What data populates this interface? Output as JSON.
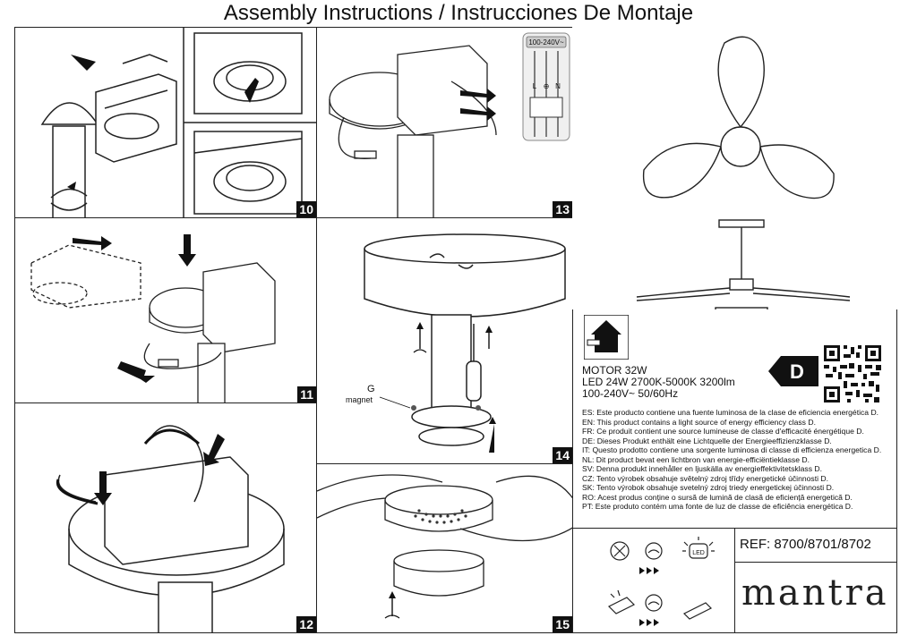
{
  "header": {
    "title": "Assembly Instructions / Instrucciones De Montaje"
  },
  "steps": [
    {
      "number": "10"
    },
    {
      "number": "11"
    },
    {
      "number": "12"
    },
    {
      "number": "13"
    },
    {
      "number": "14"
    },
    {
      "number": "15"
    }
  ],
  "wiring": {
    "voltage_label": "100-240V~",
    "terminals": [
      "L",
      "⊕",
      "N"
    ]
  },
  "step14": {
    "g_label": "G",
    "magnet_label": "magnet"
  },
  "specs": {
    "motor": "MOTOR 32W",
    "led": "LED 24W 2700K-5000K 3200lm",
    "voltage": "100-240V~ 50/60Hz",
    "energy_class": "D"
  },
  "energy_statements": [
    "ES: Este producto contiene una fuente luminosa de la clase de eficiencia energética D.",
    "EN: This product contains a light source of energy efficiency class D.",
    "FR: Ce produit contient une source lumineuse de classe d'efficacité énergétique D.",
    "DE: Dieses Produkt enthält eine Lichtquelle der Energieeffizienzklasse D.",
    "IT: Questo prodotto contiene una sorgente luminosa di classe di efficienza energetica D.",
    "NL: Dit product bevat een lichtbron van energie-efficiëntieklasse D.",
    "SV: Denna produkt innehåller en ljuskälla av energieffektivitetsklass D.",
    "CZ: Tento výrobek obsahuje světelný zdroj třídy energetické účinnosti D.",
    "SK: Tento výrobok obsahuje svetelný zdroj triedy energetickej účinnosti D.",
    "RO: Acest produs conține o sursă de lumină de clasă de eficiență energetică D.",
    "PT: Este produto contém uma fonte de luz de classe de eficiência energética D."
  ],
  "footer": {
    "led_icon_label": "LED",
    "ref_label": "REF:",
    "ref_codes": "8700/8701/8702",
    "brand": "mantra"
  }
}
